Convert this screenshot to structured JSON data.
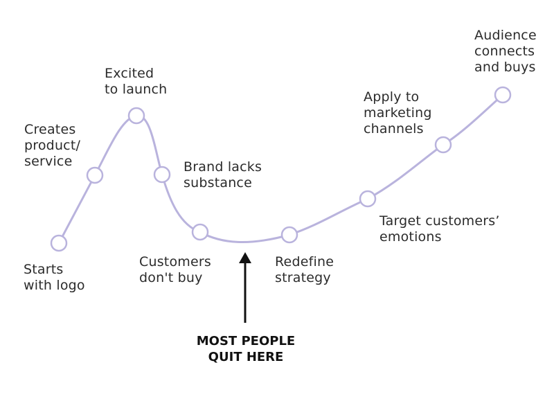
{
  "colors": {
    "curve": "#b9b3dd",
    "node_fill": "#ffffff",
    "node_stroke": "#b9b3dd",
    "arrow": "#111111",
    "text": "#2b2b2b"
  },
  "labels": {
    "starts_with_logo": "Starts\nwith logo",
    "creates_product": "Creates\nproduct/\nservice",
    "excited_to_launch": "Excited\nto launch",
    "brand_lacks_substance": "Brand lacks\nsubstance",
    "customers_dont_buy": "Customers\ndon't buy",
    "redefine_strategy": "Redefine\nstrategy",
    "target_customers_emotions": "Target customers’\nemotions",
    "apply_to_marketing_channels": "Apply to\nmarketing\nchannels",
    "audience_connects_and_buys": "Audience\nconnects\nand buys"
  },
  "callout": {
    "text": "MOST PEOPLE\nQUIT HERE"
  }
}
